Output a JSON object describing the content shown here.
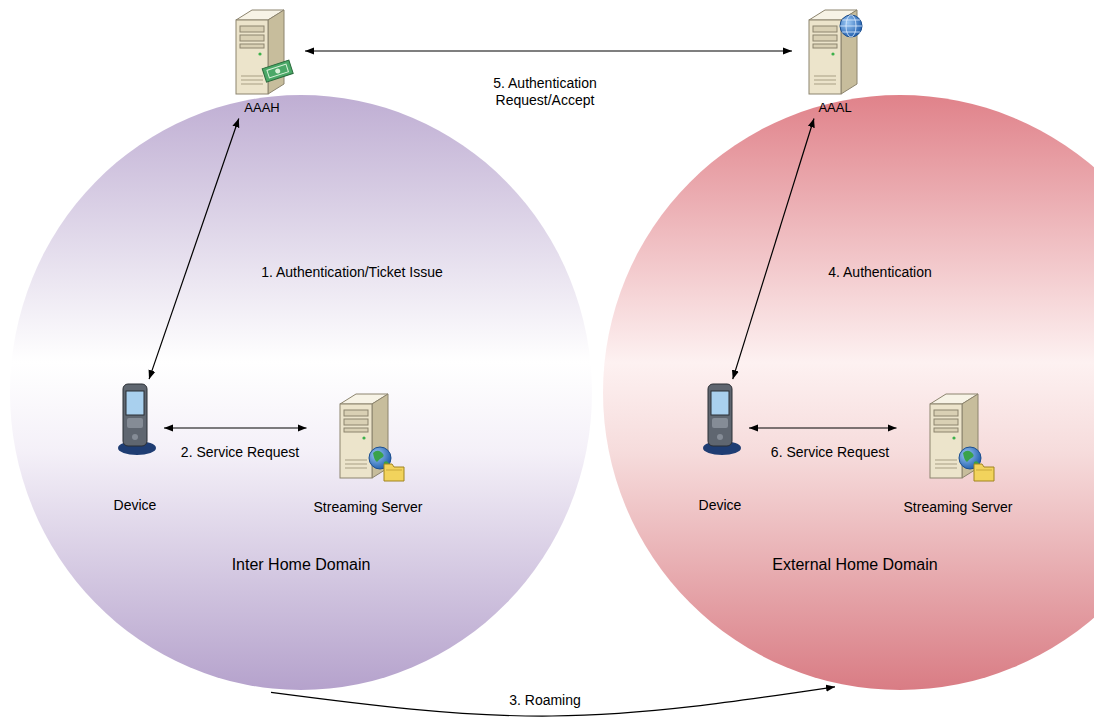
{
  "diagram": {
    "nodes": [
      {
        "text": [
          "Inter Home Domain"
        ]
      },
      {
        "text": [
          "AAAH"
        ],
        "in": 0
      },
      {
        "text": [
          "Device"
        ],
        "in": 0
      },
      {
        "text": [
          "Streaming Server"
        ],
        "in": 0
      },
      {
        "text": [
          "External Home Domain"
        ]
      },
      {
        "text": [
          "AAAL"
        ],
        "in": 4
      },
      {
        "text": [
          "Device"
        ],
        "in": 4
      },
      {
        "text": [
          "Streaming Server"
        ],
        "in": 4
      }
    ],
    "edges": [
      {
        "from": 2,
        "to": 1,
        "label": "1. Authentication/Ticket Issue",
        "arrow": "both"
      },
      {
        "from": 2,
        "to": 3,
        "label": "2. Service Request",
        "arrow": "both"
      },
      {
        "from": 0,
        "to": 4,
        "label": "3. Roaming",
        "arrow": "to"
      },
      {
        "from": 6,
        "to": 5,
        "label": "4. Authentication",
        "arrow": "both"
      },
      {
        "from": 1,
        "to": 5,
        "label": "5. Authentication Request/Accept",
        "arrow": "both"
      },
      {
        "from": 6,
        "to": 7,
        "label": "6. Service Request",
        "arrow": "both"
      }
    ]
  }
}
